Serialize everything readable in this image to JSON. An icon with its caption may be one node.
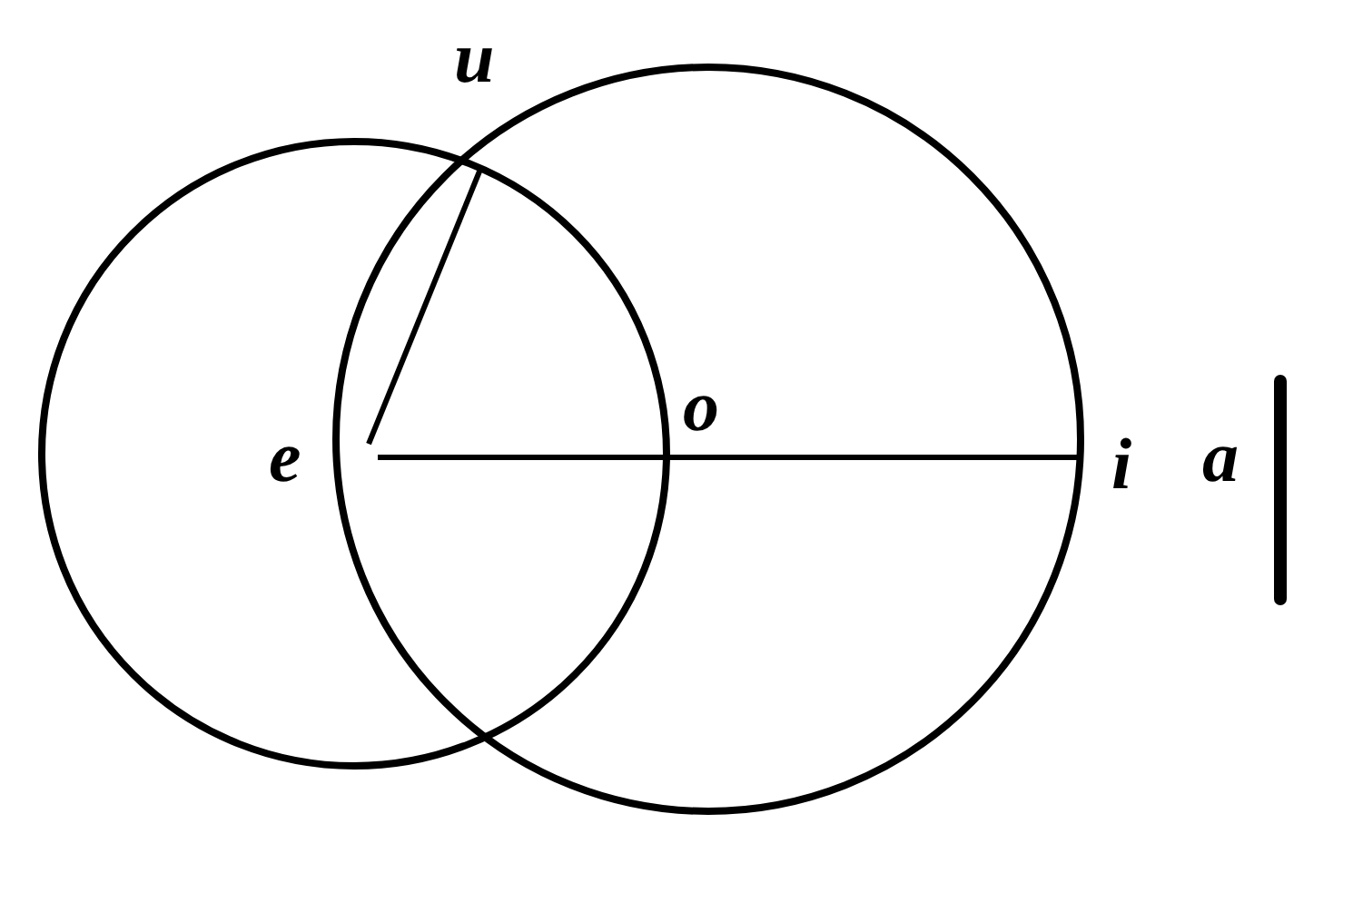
{
  "diagram": {
    "nodes": [
      {
        "text": [
          "u"
        ]
      },
      {
        "text": [
          "e"
        ]
      },
      {
        "text": [
          "o"
        ]
      },
      {
        "text": [
          "i"
        ]
      }
    ],
    "edges": [
      {
        "from": 1,
        "to": 0,
        "arrow": "none"
      },
      {
        "from": 1,
        "to": 3,
        "arrow": "none"
      }
    ],
    "labels": [
      "a"
    ]
  }
}
